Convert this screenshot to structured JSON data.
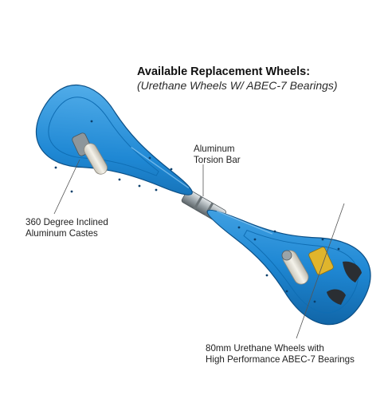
{
  "heading": {
    "title": "Available Replacement Wheels:",
    "subtitle": "(Urethane Wheels W/ ABEC-7 Bearings)"
  },
  "callouts": {
    "torsion_bar": [
      "Aluminum",
      "Torsion Bar"
    ],
    "caster": [
      "360 Degree Inclined",
      "Aluminum Castes"
    ],
    "wheels": [
      "80mm Urethane Wheels with",
      "High Performance ABEC-7 Bearings"
    ]
  },
  "colors": {
    "deck": "#1f88d4",
    "deck_dark": "#0e5f9f",
    "deck_light": "#59b2ec",
    "torsion_bar": "#9aa3a8",
    "wheel": "#e9e6dc",
    "bracket": "#e0b52c",
    "background": "#ffffff"
  }
}
